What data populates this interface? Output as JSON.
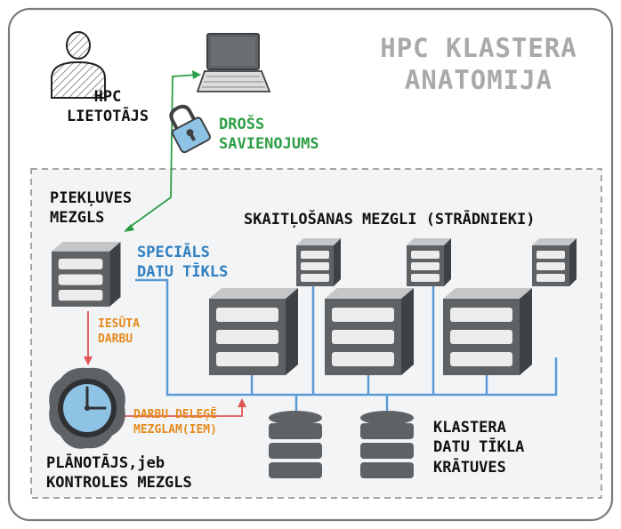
{
  "title": "HPC KLASTERA\nANATOMIJA",
  "user_label": "HPC\nLIETOTĀJS",
  "secure_label": "DROŠS\nSAVIENOJUMS",
  "login_node_label": "PIEKĻUVES\nMEZGLS",
  "compute_label": "SKAITĻOŠANAS MEZGLI (STRĀDNIEKI)",
  "network_label": "SPECIĀLS\nDATU TĪKLS",
  "submit_label": "IESŪTA\nDARBU",
  "delegate_label": "DARBU DELEĢĒ\nMEZGLAM(IEM)",
  "scheduler_label": "PLĀNOTĀJS,jeb\nKONTROLES MEZGLS",
  "storage_label": "KLASTERA\nDATU TĪKLA\nKRĀTUVES",
  "colors": {
    "title": "#a9a9a9",
    "secure": "#2e9e46",
    "network": "#2f7fc0",
    "annotation": "#e58a1c",
    "arrow": "#e25555",
    "server": "#5b5e61"
  },
  "icons": [
    "user-icon",
    "laptop-icon",
    "lock-icon",
    "server-icon",
    "clock-icon",
    "database-icon"
  ]
}
